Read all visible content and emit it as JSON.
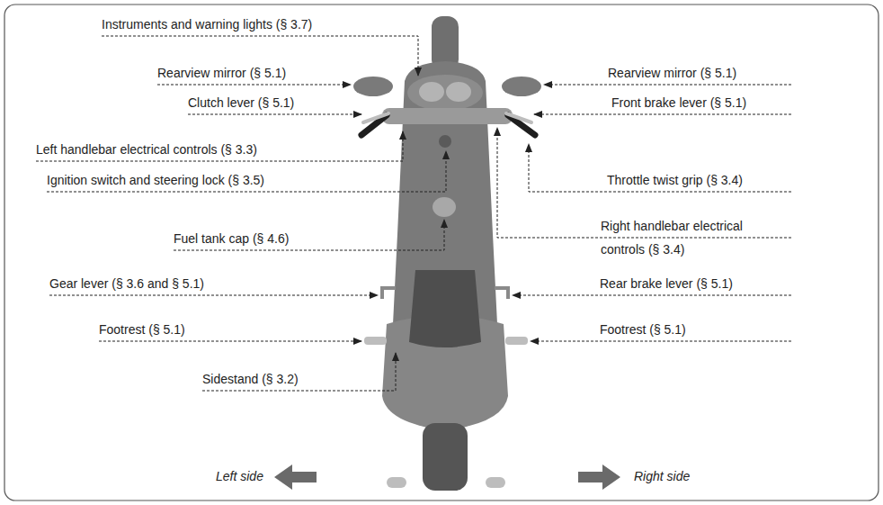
{
  "diagram": {
    "labels": [
      "Instruments and warning lights (§ 3.7)",
      "Rearview mirror (§ 5.1)",
      "Rearview mirror (§ 5.1)",
      "Clutch lever (§ 5.1)",
      "Front brake lever (§ 5.1)",
      "Left handlebar electrical controls (§ 3.3)",
      "Ignition switch and steering lock (§ 3.5)",
      "Throttle twist grip (§ 3.4)",
      "Fuel tank cap (§ 4.6)",
      "Right handlebar electrical controls (§ 3.4)",
      "Gear lever (§ 3.6 and § 5.1)",
      "Rear brake lever (§ 5.1)",
      "Footrest (§ 5.1)",
      "Footrest (§ 5.1)",
      "Sidestand (§ 3.2)",
      "Left side",
      "Right side"
    ]
  }
}
